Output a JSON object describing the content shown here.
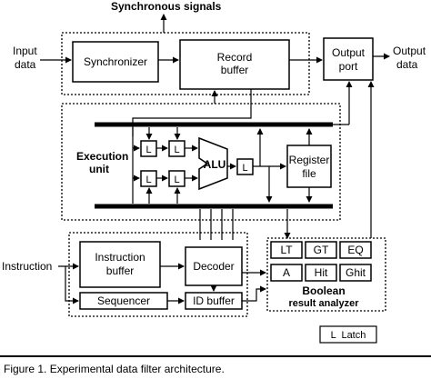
{
  "labels": {
    "sync_signals": "Synchronous signals",
    "input_line1": "Input",
    "input_line2": "data",
    "synchronizer": "Synchronizer",
    "record_line1": "Record",
    "record_line2": "buffer",
    "output_port_line1": "Output",
    "output_port_line2": "port",
    "output_line1": "Output",
    "output_line2": "data",
    "exec_line1": "Execution",
    "exec_line2": "unit",
    "alu": "ALU",
    "latch": "L",
    "register_line1": "Register",
    "register_line2": "file",
    "instruction": "Instruction",
    "instr_buffer_line1": "Instruction",
    "instr_buffer_line2": "buffer",
    "decoder": "Decoder",
    "sequencer": "Sequencer",
    "id_buffer": "ID buffer",
    "boolean_line1": "Boolean",
    "boolean_line2": "result analyzer",
    "legend": "L  Latch"
  },
  "result_flags": [
    "LT",
    "GT",
    "EQ",
    "A",
    "Hit",
    "Ghit"
  ],
  "caption": "Figure 1. Experimental data filter architecture."
}
